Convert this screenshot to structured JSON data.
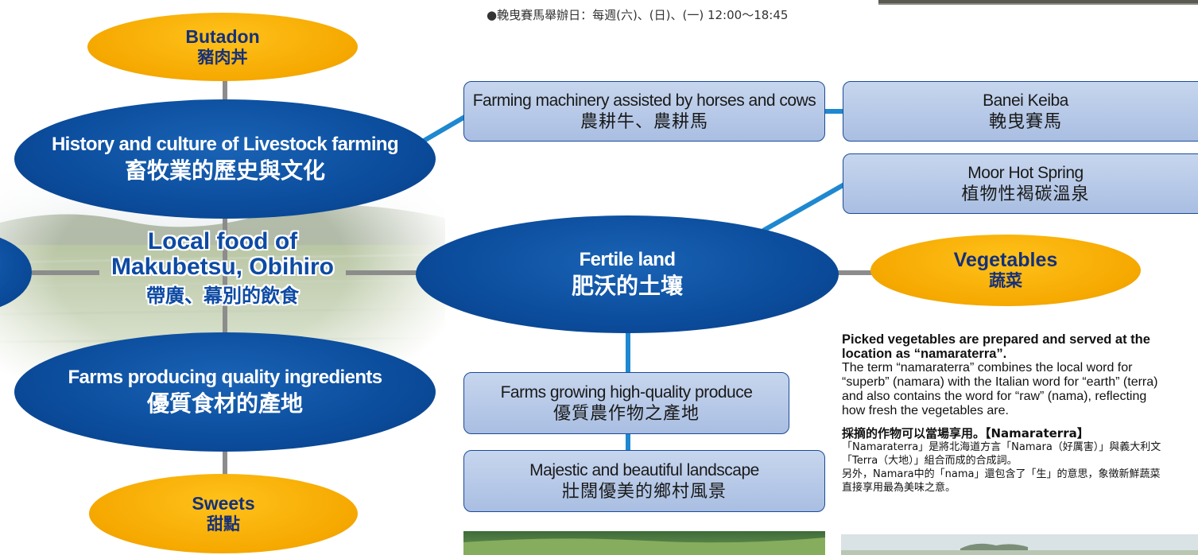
{
  "header": {
    "schedule_note": "●輓曳賽馬舉辦日：每週(六)、(日)、(一) 12:00〜18:45"
  },
  "diagram": {
    "butadon": {
      "en": "Butadon",
      "zh": "豬肉丼"
    },
    "livestock_history": {
      "en": "History and culture of Livestock farming",
      "zh": "畜牧業的歷史與文化"
    },
    "local_food": {
      "en_line1": "Local food of",
      "en_line2": "Makubetsu, Obihiro",
      "zh": "帶廣、幕別的飲食"
    },
    "quality_farms": {
      "en": "Farms producing quality ingredients",
      "zh": "優質食材的產地"
    },
    "sweets": {
      "en": "Sweets",
      "zh": "甜點"
    },
    "fertile_land": {
      "en": "Fertile land",
      "zh": "肥沃的土壤"
    },
    "farming_machinery": {
      "en": "Farming machinery assisted by horses and cows",
      "zh": "農耕牛、農耕馬"
    },
    "banei_keiba": {
      "en": "Banei Keiba",
      "zh": "輓曳賽馬"
    },
    "moor_hot_spring": {
      "en": "Moor Hot Spring",
      "zh": "植物性褐碳溫泉"
    },
    "vegetables": {
      "en": "Vegetables",
      "zh": "蔬菜"
    },
    "high_quality_produce": {
      "en": "Farms growing high-quality produce",
      "zh": "優質農作物之產地"
    },
    "landscape": {
      "en": "Majestic and beautiful landscape",
      "zh": "壯闊優美的鄉村風景"
    }
  },
  "namaraterra": {
    "heading_line1": "Picked vegetables are prepared and served at the",
    "heading_line2": "location as “namaraterra”.",
    "body_lines": [
      "The term “namaraterra” combines the local word for",
      "“superb” (namara) with the Italian word for “earth” (terra)",
      "and also contains the word for “raw” (nama), reflecting",
      "how fresh the vegetables are."
    ],
    "zh_heading": "採摘的作物可以當場享用。【Namaraterra】",
    "zh_lines": [
      "「Namaraterra」是將北海道方言「Namara（好厲害）」與義大利文",
      "「Terra（大地）」組合而成的合成詞。",
      "另外，Namara中的「nama」還包含了「生」的意思，象徵新鮮蔬菜",
      "直接享用最為美味之意。"
    ]
  },
  "colors": {
    "oval_blue": "#0b4c9c",
    "oval_orange": "#f5a800",
    "box_fill": "#b7c9e8",
    "box_border": "#1b4b96",
    "connector_blue": "#1e88d0",
    "connector_gray": "#8c8c8c",
    "local_food_text": "#0d4aa3"
  }
}
